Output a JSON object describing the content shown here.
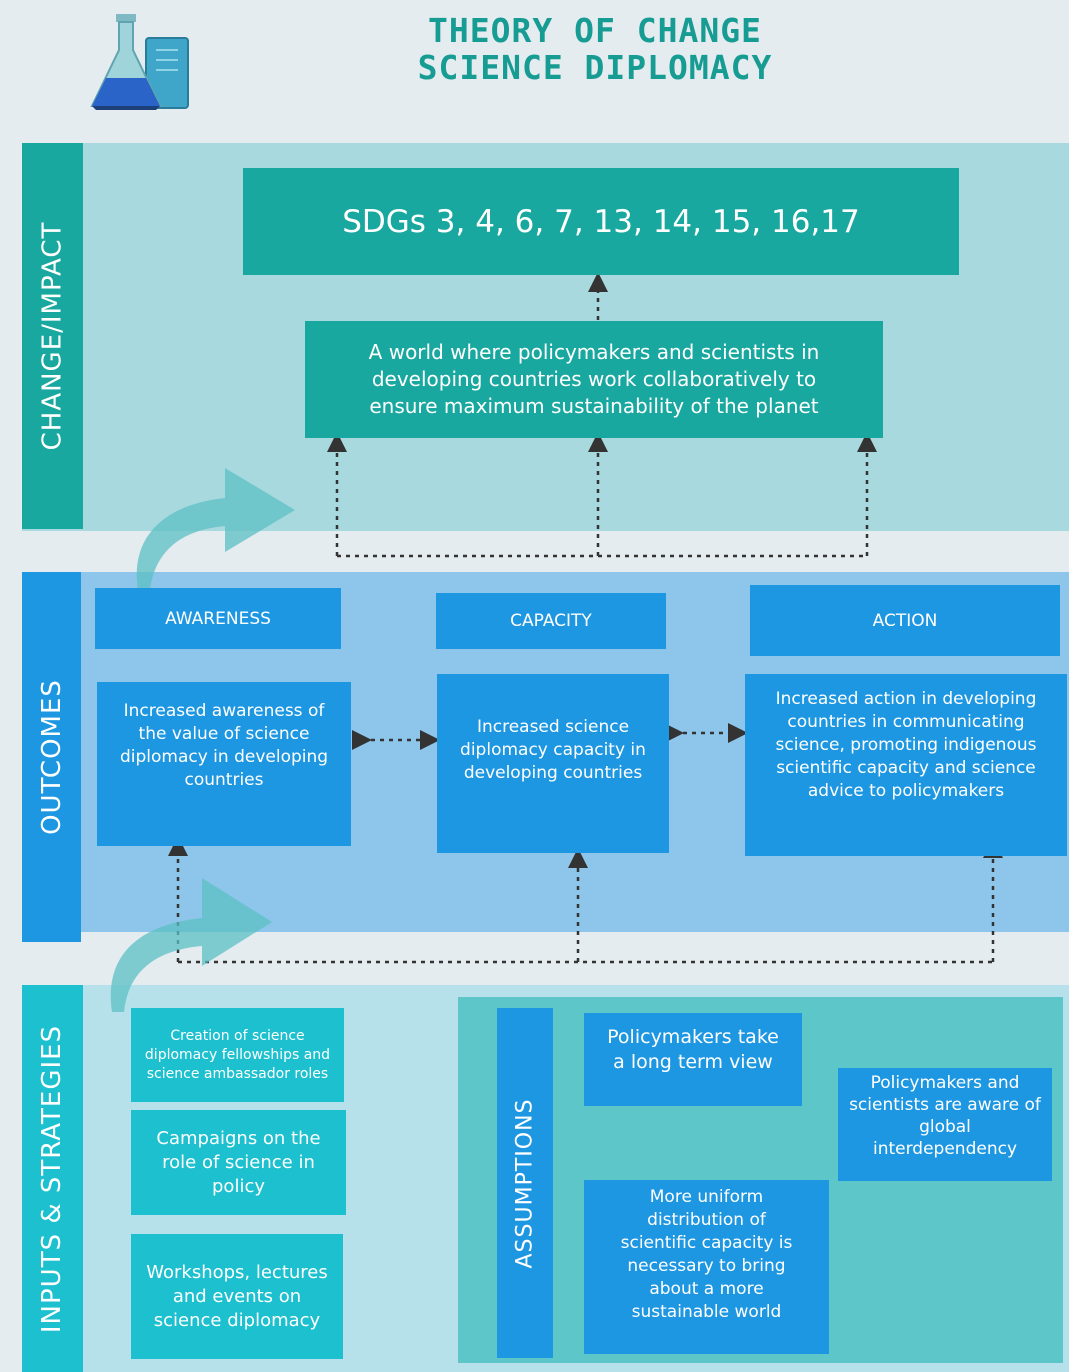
{
  "header": {
    "title_line1": "THEORY OF CHANGE",
    "title_line2": "SCIENCE DIPLOMACY"
  },
  "sections": {
    "impact_label": "CHANGE/IMPACT",
    "outcomes_label": "OUTCOMES",
    "inputs_label": "INPUTS & STRATEGIES",
    "assumptions_label": "ASSUMPTIONS"
  },
  "impact": {
    "sdgs": "SDGs 3, 4, 6, 7, 13, 14, 15, 16,17",
    "vision": "A world where policymakers and scientists in developing countries work collaboratively to ensure maximum sustainability of the planet"
  },
  "outcomes": {
    "awareness_header": "AWARENESS",
    "capacity_header": "CAPACITY",
    "action_header": "ACTION",
    "awareness_text": "Increased awareness of the value of science diplomacy in developing countries",
    "capacity_text": "Increased science diplomacy capacity in developing countries",
    "action_text": "Increased action in developing countries in communicating science, promoting indigenous scientific capacity and science advice to policymakers"
  },
  "inputs": {
    "fellowships": "Creation of science diplomacy fellowships and science ambassador roles",
    "campaigns": "Campaigns on the role of science in policy",
    "workshops": "Workshops, lectures and events on science diplomacy"
  },
  "assumptions": {
    "long_term": "Policymakers take a long term view",
    "interdependency": "Policymakers and scientists are aware of global interdependency",
    "distribution": "More uniform distribution of scientific capacity is necessary to bring about a more sustainable world"
  },
  "colors": {
    "title": "#179c93",
    "impact_band": "#a8d9de",
    "outcomes_band": "#8dc6ea",
    "inputs_band": "#b6e1ea",
    "teal": "#19a89f",
    "blue": "#1e97e2",
    "cyan": "#1cc0cf",
    "assumptions_panel": "#5cc6c8"
  }
}
